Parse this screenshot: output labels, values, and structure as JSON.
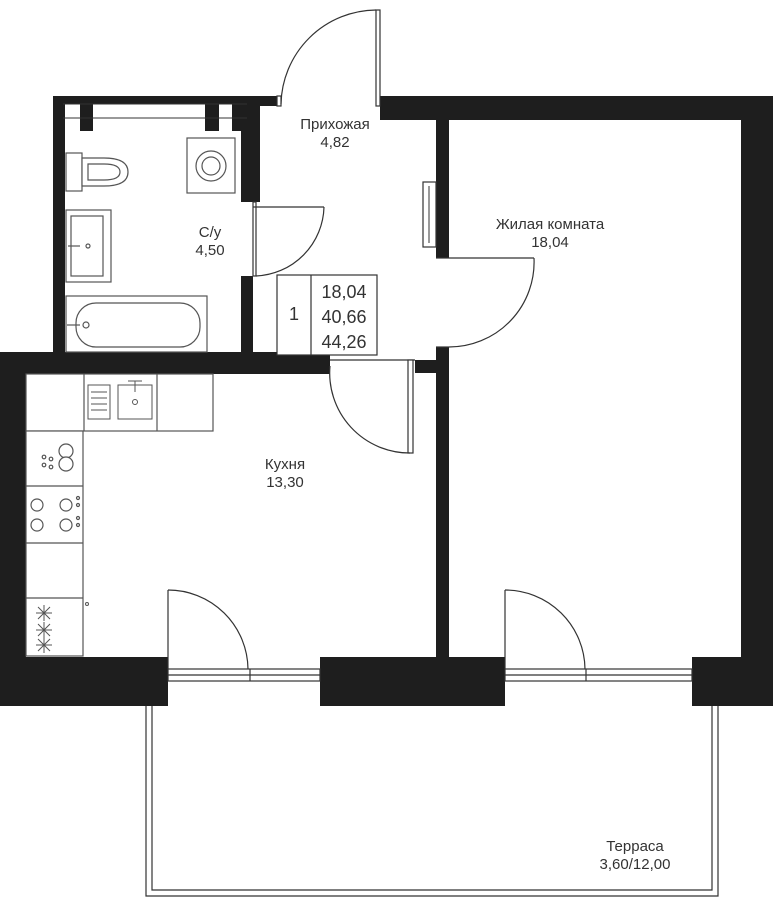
{
  "colors": {
    "wall": "#1e1e1e",
    "line": "#333333",
    "fixture": "#666666",
    "background": "#ffffff"
  },
  "rooms": [
    {
      "id": "hallway",
      "name": "Прихожая",
      "area": "4,82"
    },
    {
      "id": "bathroom",
      "name": "С/у",
      "area": "4,50"
    },
    {
      "id": "living",
      "name": "Жилая комната",
      "area": "18,04"
    },
    {
      "id": "kitchen",
      "name": "Кухня",
      "area": "13,30"
    },
    {
      "id": "terrace",
      "name": "Терраса",
      "area": "3,60/12,00"
    }
  ],
  "summary": {
    "rooms_count": "1",
    "living_area": "18,04",
    "total_area": "40,66",
    "total_with_terrace": "44,26"
  },
  "fixtures": [
    "toilet-icon",
    "washing-machine-icon",
    "sink-icon",
    "bathtub-icon",
    "kitchen-sink-icon",
    "hob-icon",
    "gas-burner-icon",
    "fridge-icon"
  ]
}
